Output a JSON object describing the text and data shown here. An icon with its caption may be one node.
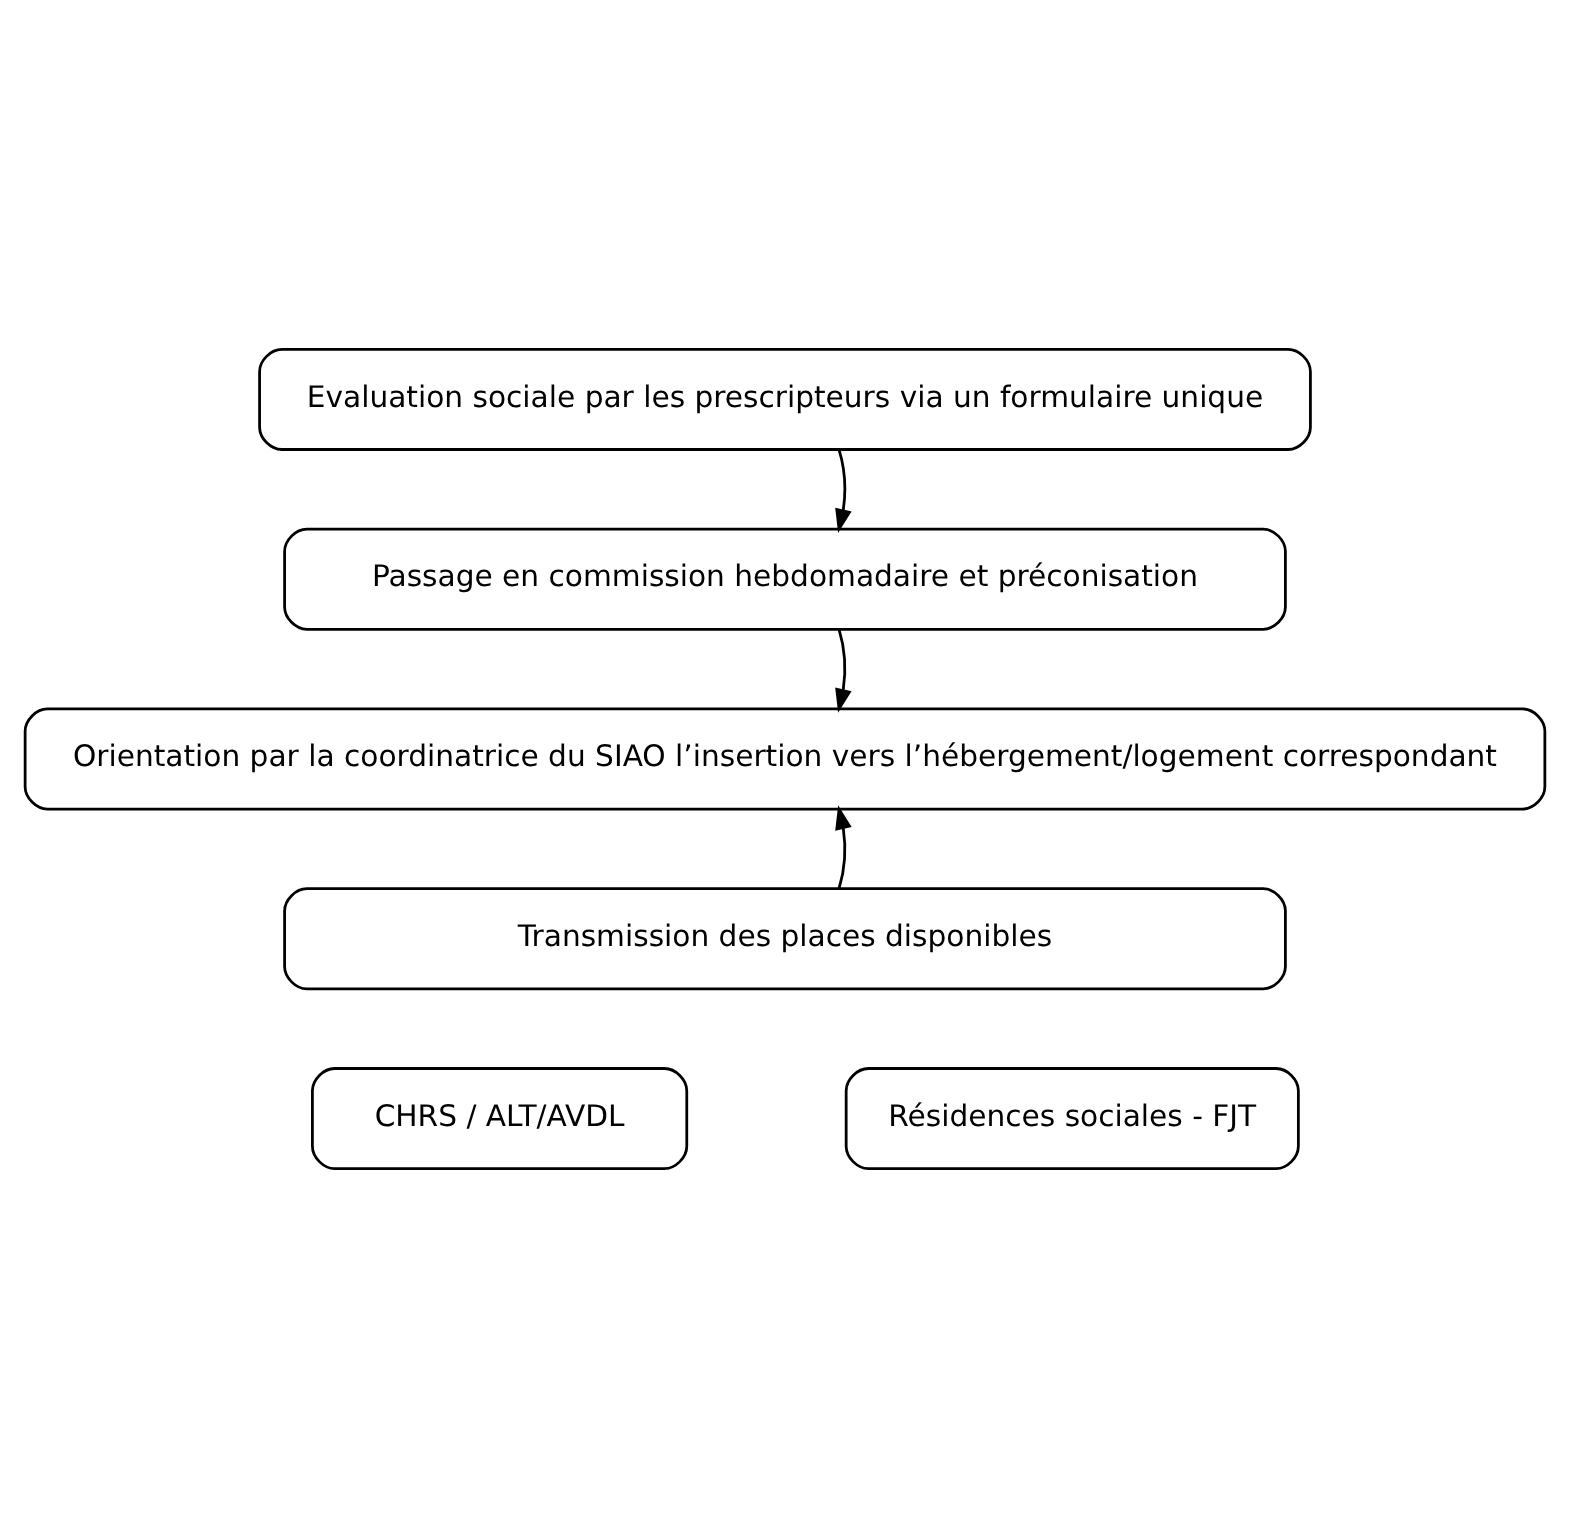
{
  "diagram": {
    "nodes": [
      {
        "text": [
          "Evaluation sociale par les prescripteurs via un formulaire unique"
        ]
      },
      {
        "text": [
          "Passage en commission hebdomadaire et préconisation"
        ]
      },
      {
        "text": [
          "Orientation par la coordinatrice du SIAO l’insertion vers l’hébergement/logement correspondant"
        ]
      },
      {
        "text": [
          "Transmission des places disponibles"
        ]
      },
      {
        "text": [
          "CHRS / ALT/AVDL"
        ]
      },
      {
        "text": [
          "Résidences sociales - FJT"
        ]
      }
    ],
    "edges": [
      {
        "from": 0,
        "to": 1,
        "arrow": "to"
      },
      {
        "from": 1,
        "to": 2,
        "arrow": "to"
      },
      {
        "from": 3,
        "to": 2,
        "arrow": "to"
      }
    ]
  }
}
